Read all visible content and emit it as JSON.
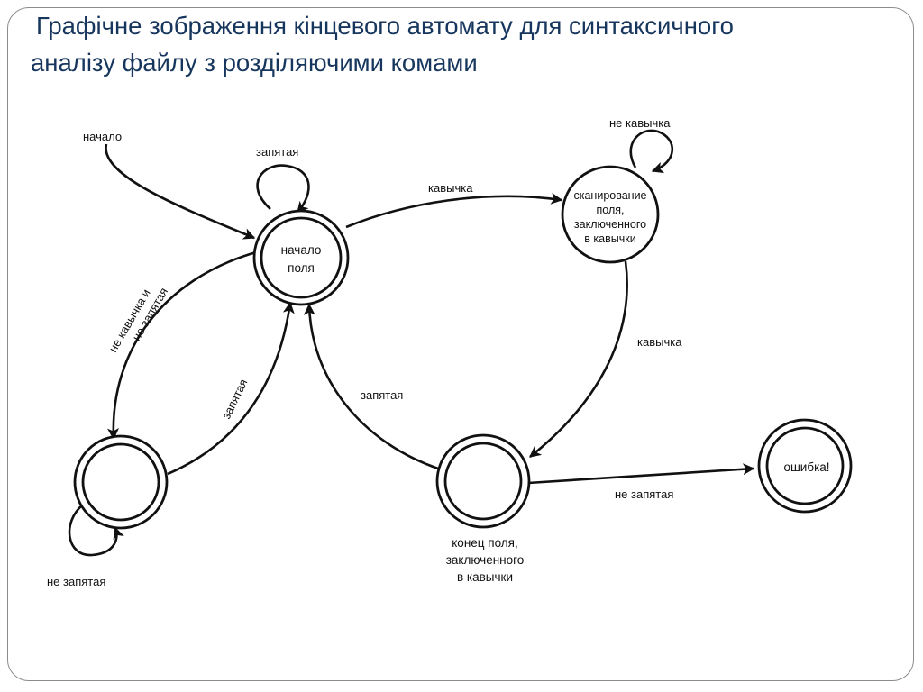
{
  "slide": {
    "title_line1": "Графічне зображення кінцевого автомату для синтаксичного",
    "title_line2": "аналізу файлу з розділяючими комами"
  },
  "diagram": {
    "states": {
      "field_start": {
        "line1": "начало",
        "line2": "поля"
      },
      "quoted_scan": {
        "line1": "сканирование",
        "line2": "поля,",
        "line3": "заключенного",
        "line4": "в  кавычки"
      },
      "unquoted_field": {},
      "quoted_end": {
        "line1": "конец  поля,",
        "line2": "заключенного",
        "line3": "в  кавычки"
      },
      "error": {
        "label": "ошибка!"
      }
    },
    "edges": {
      "start": "начало",
      "field_start_loop": "запятая",
      "to_quoted_scan": "кавычка",
      "quoted_scan_loop": "не  кавычка",
      "to_quoted_end": "кавычка",
      "quoted_end_to_start": "запятая",
      "to_error": "не  запятая",
      "to_unquoted_line1": "не кавычка и",
      "to_unquoted_line2": "не запятая",
      "unquoted_to_start": "запятая",
      "unquoted_loop": "не  запятая"
    }
  }
}
